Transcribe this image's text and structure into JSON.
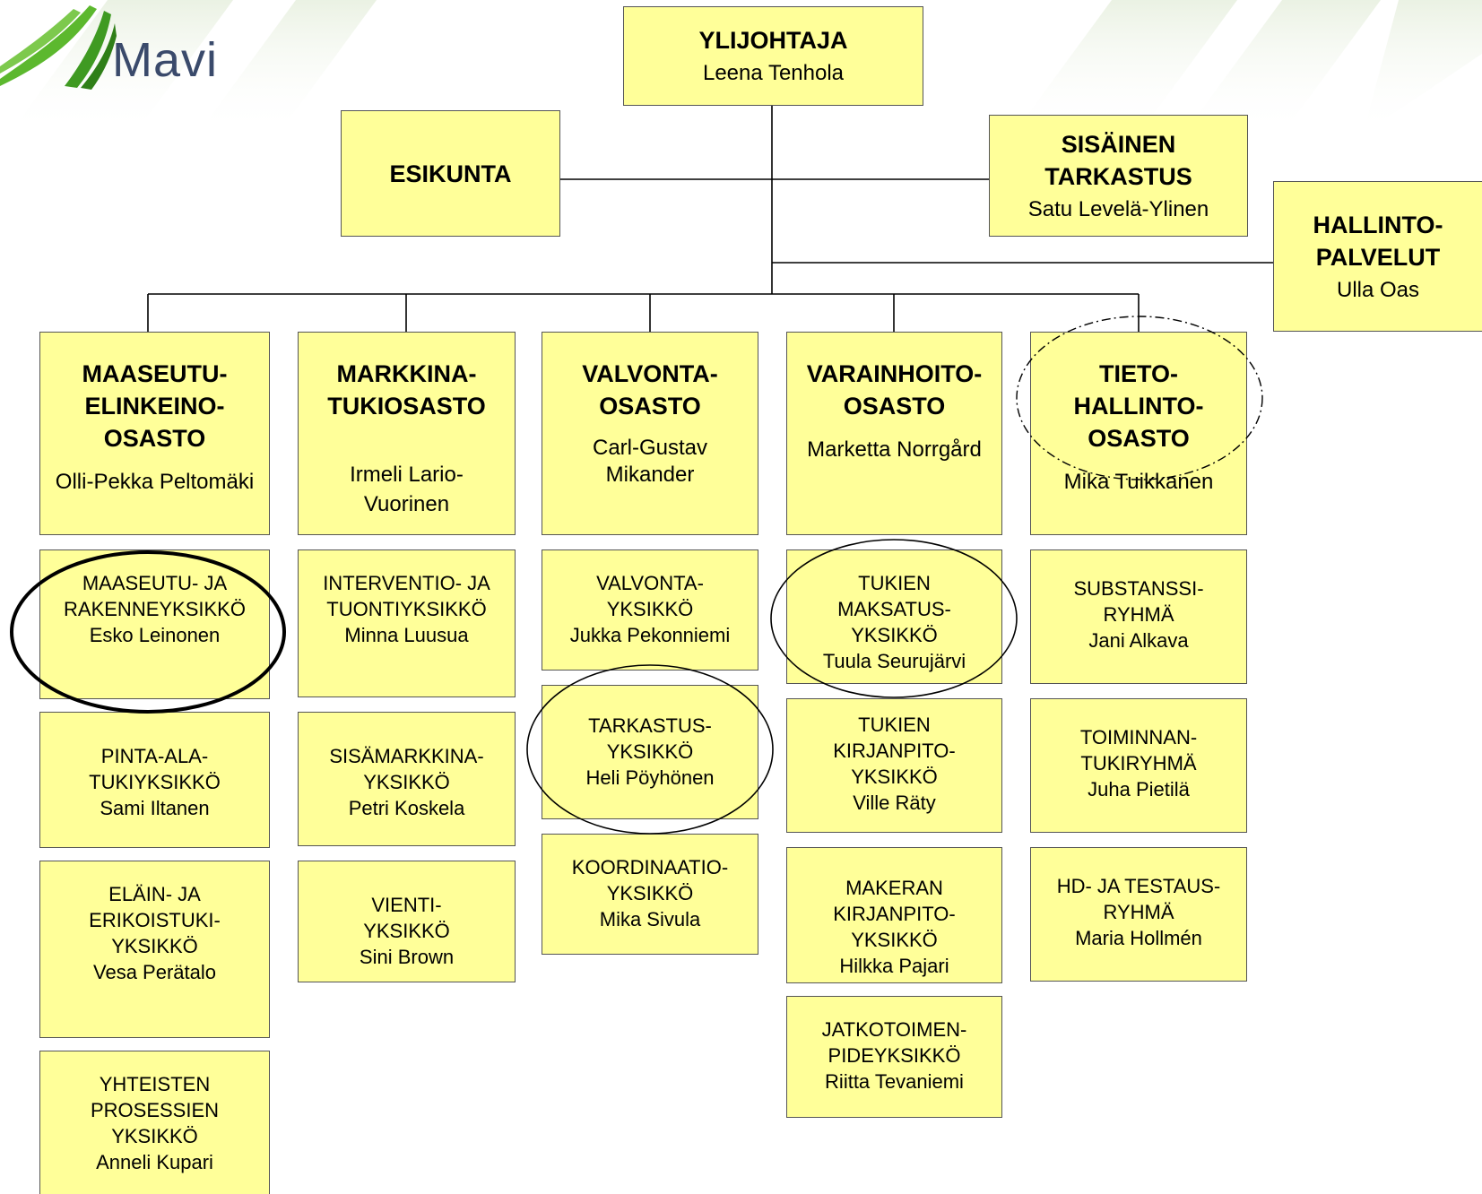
{
  "logo": {
    "text": "Mavi",
    "color": "#3a4a6b",
    "swoosh_color": "#5cb82e"
  },
  "colors": {
    "box_fill": "#ffff99",
    "box_border": "#555555",
    "line": "#000000"
  },
  "top": {
    "director": {
      "title": "YLIJOHTAJA",
      "person": "Leena Tenhola"
    },
    "esikunta": {
      "title": "ESIKUNTA"
    },
    "audit": {
      "title": "SISÄINEN\nTARKASTUS",
      "person": "Satu Levelä-Ylinen"
    },
    "admin": {
      "title": "HALLINTO-\nPALVELUT",
      "person": "Ulla Oas"
    }
  },
  "departments": [
    {
      "title": "MAASEUTU-\nELINKEINO-\nOSASTO",
      "person": "Olli-Pekka Peltomäki",
      "units": [
        {
          "title": "MAASEUTU- JA\nRAKENNEYKSIKKÖ",
          "person": "Esko Leinonen"
        },
        {
          "title": "PINTA-ALA-\nTUKIYKSIKKÖ",
          "person": "Sami Iltanen"
        },
        {
          "title": "ELÄIN- JA\nERIKOISTUKI-\nYKSIKKÖ",
          "person": "Vesa Perätalo"
        },
        {
          "title": "YHTEISTEN\nPROSESSIEN\nYKSIKKÖ",
          "person": "Anneli Kupari"
        }
      ]
    },
    {
      "title": "MARKKINA-\nTUKIOSASTO",
      "person": "Irmeli Lario-\nVuorinen",
      "units": [
        {
          "title": "INTERVENTIO- JA\nTUONTIYKSIKKÖ",
          "person": "Minna Luusua"
        },
        {
          "title": "SISÄMARKKINA-\nYKSIKKÖ",
          "person": "Petri Koskela"
        },
        {
          "title": "VIENTI-\nYKSIKKÖ",
          "person": "Sini Brown"
        }
      ]
    },
    {
      "title": "VALVONTA-\nOSASTO",
      "person": "Carl-Gustav\nMikander",
      "units": [
        {
          "title": "VALVONTA-\nYKSIKKÖ",
          "person": "Jukka Pekonniemi"
        },
        {
          "title": "TARKASTUS-\nYKSIKKÖ",
          "person": "Heli Pöyhönen"
        },
        {
          "title": "KOORDINAATIO-\nYKSIKKÖ",
          "person": "Mika Sivula"
        }
      ]
    },
    {
      "title": "VARAINHOITO-\nOSASTO",
      "person": "Marketta Norrgård",
      "units": [
        {
          "title": "TUKIEN\nMAKSATUS-\nYKSIKKÖ",
          "person": "Tuula Seurujärvi"
        },
        {
          "title": "TUKIEN\nKIRJANPITO-\nYKSIKKÖ",
          "person": "Ville Räty"
        },
        {
          "title": "MAKERAN\nKIRJANPITO-\nYKSIKKÖ",
          "person": "Hilkka Pajari"
        },
        {
          "title": "JATKOTOIMEN-\nPIDEYKSIKKÖ",
          "person": "Riitta Tevaniemi"
        }
      ]
    },
    {
      "title": "TIETO-\nHALLINTO-\nOSASTO",
      "person": "Mika Tuikkanen",
      "units": [
        {
          "title": "SUBSTANSSI-\nRYHMÄ",
          "person": "Jani Alkava"
        },
        {
          "title": "TOIMINNAN-\nTUKIRYHMÄ",
          "person": "Juha Pietilä"
        },
        {
          "title": "HD- JA TESTAUS-\nRYHMÄ",
          "person": "Maria Hollmén"
        }
      ]
    }
  ]
}
